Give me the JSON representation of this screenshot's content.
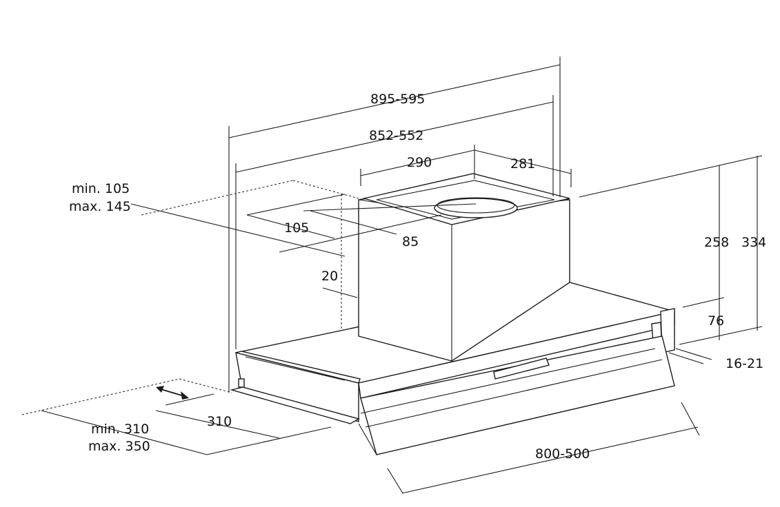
{
  "dimensions": {
    "overall_width_extended": "895-595",
    "overall_width": "852-552",
    "outlet_offset_left": "290",
    "outlet_offset_right": "281",
    "wall_distance_min": "min. 105",
    "wall_distance_max": "max. 145",
    "outlet_depth_offset": "105",
    "outlet_depth_center": "85",
    "chimney_offset": "20",
    "total_height_inner": "258",
    "total_height_outer": "334",
    "hood_body_height": "76",
    "front_panel": "16-21",
    "depth_min": "min. 310",
    "depth_max": "max. 350",
    "depth_base": "310",
    "front_width": "800-500"
  }
}
